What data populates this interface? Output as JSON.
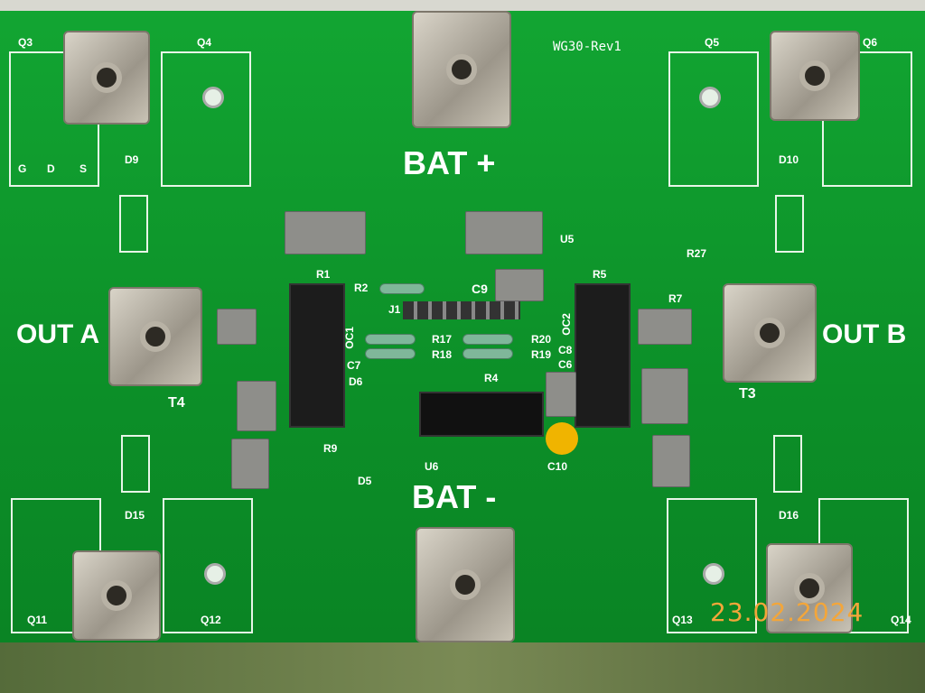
{
  "board": {
    "revision": "WG30-Rev1",
    "bat_plus": "BAT +",
    "bat_minus": "BAT -",
    "out_a": "OUT A",
    "out_b": "OUT B",
    "date_stamp": "23.02.2024",
    "transistors": [
      "Q3",
      "Q4",
      "Q5",
      "Q6",
      "Q11",
      "Q12",
      "Q13",
      "Q14"
    ],
    "diodes": [
      "D9",
      "D10",
      "D15",
      "D16",
      "D5",
      "D6"
    ],
    "transformers": [
      "T3",
      "T4"
    ],
    "components": [
      "R1",
      "R2",
      "C9",
      "J1",
      "R17",
      "R18",
      "R19",
      "R20",
      "OC1",
      "OC2",
      "C6",
      "C7",
      "C8",
      "C10",
      "U5",
      "U6",
      "R9",
      "R27",
      "R4",
      "R5",
      "R7"
    ],
    "pins": [
      "G",
      "D",
      "S"
    ]
  },
  "colors": {
    "pcb": "#0e9a2c",
    "silk": "#ffffff",
    "date": "#f3a63a"
  }
}
